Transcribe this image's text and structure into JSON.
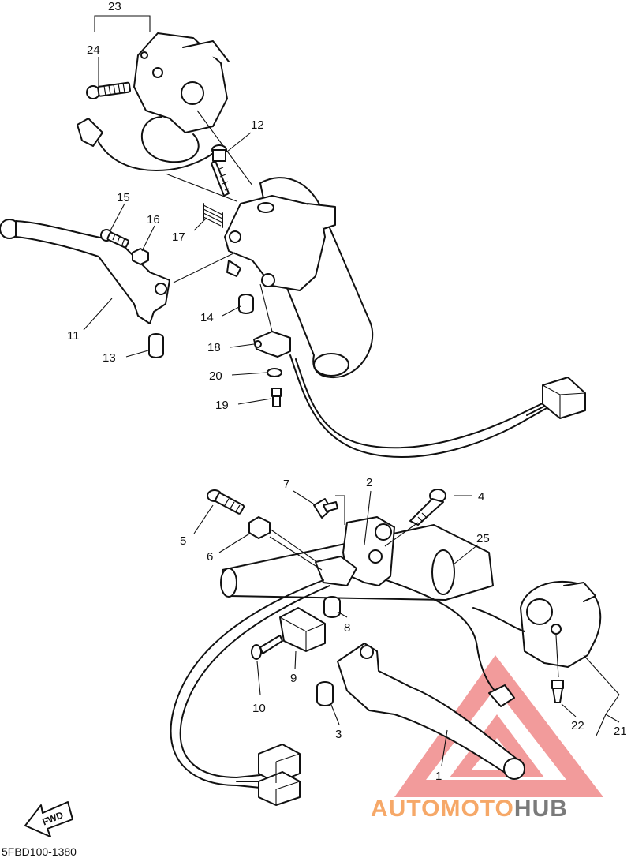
{
  "diagram": {
    "code": "5FBD100-1380",
    "fwd_label": "FWD",
    "watermark": {
      "part1": "AUTOMOTO",
      "part2": "HUB",
      "color1": "#f6a868",
      "color2": "#7a7a7a",
      "triangle_color": "#f08a8a"
    },
    "callouts": [
      "1",
      "2",
      "3",
      "4",
      "5",
      "6",
      "7",
      "8",
      "9",
      "10",
      "11",
      "12",
      "13",
      "14",
      "15",
      "16",
      "17",
      "18",
      "19",
      "20",
      "21",
      "22",
      "23",
      "24",
      "25"
    ]
  }
}
